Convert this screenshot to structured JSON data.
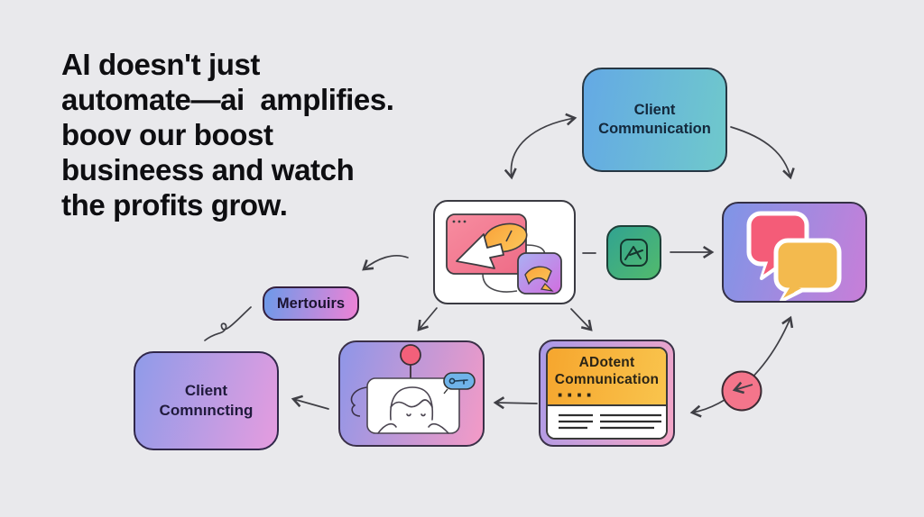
{
  "palette": {
    "background": "#e9e9ec",
    "arrow_ink": "#3f3f45",
    "headline_color": "#0e0e11",
    "blue_box": [
      "#64a9e5",
      "#6fc9cb"
    ],
    "chat_box": [
      "#7e95e7",
      "#c87ed8"
    ],
    "metrics_pill": [
      "#6c9ae9",
      "#ee82d6"
    ],
    "client_connecting_box": [
      "#8f9be9",
      "#e59cdf"
    ],
    "face_box": [
      "#8e96e8",
      "#f49ac6"
    ],
    "content_frame": [
      "#a99ae9",
      "#f6a6c6"
    ],
    "content_header": [
      "#f6a62e",
      "#f9c44d"
    ],
    "app_icon": [
      "#31a391",
      "#52ba6d"
    ],
    "pink_circle": "#f4758b",
    "bubble_pink": "#f45c78",
    "bubble_yellow": "#f3ba4e"
  },
  "headline": {
    "text": "AI doesn't just\nautomate—ai  amplifies.\nboov our boost\nbusineess and watch\nthe profits grow."
  },
  "nodes": {
    "client_communication": {
      "label": "Client\nCommunication"
    },
    "metrics_pill": {
      "label": "Mertouirs"
    },
    "client_connecting": {
      "label": "Client\nComnıncting"
    },
    "content_card": {
      "title": "ADotent\nComnunication",
      "dots": "····"
    }
  },
  "icons": [
    "browser-cursor-illustration",
    "image-app-icon",
    "chat-bubbles-illustration",
    "portrait-pin-illustration",
    "document-lines-icon",
    "pink-dot-node"
  ]
}
